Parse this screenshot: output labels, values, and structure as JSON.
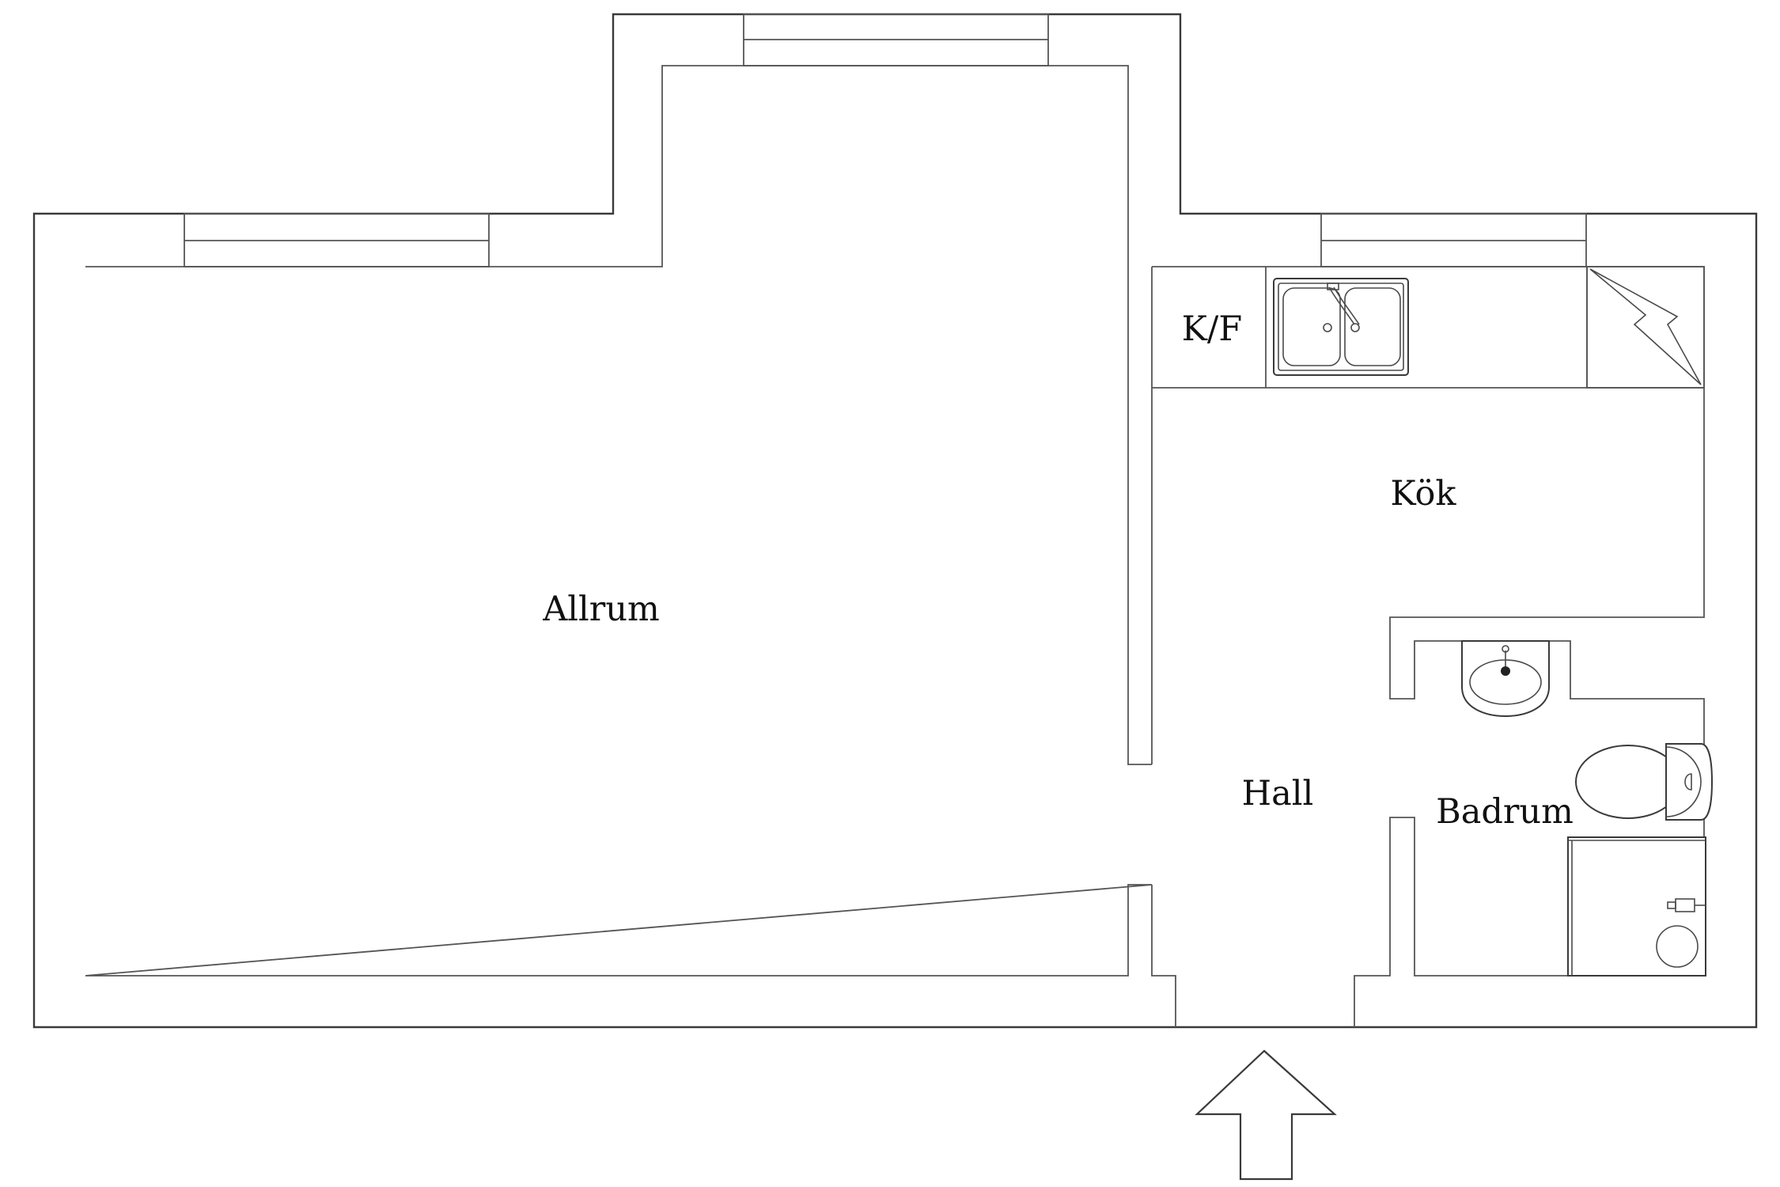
{
  "rooms": {
    "allrum": "Allrum",
    "kok": "Kök",
    "kf": "K/F",
    "hall": "Hall",
    "badrum": "Badrum"
  },
  "symbols": {
    "sink": "kitchen-double-sink",
    "stove": "stove-symbol",
    "washbasin": "bathroom-washbasin",
    "toilet": "toilet",
    "shower": "shower-tray",
    "entrance": "entrance-arrow"
  }
}
